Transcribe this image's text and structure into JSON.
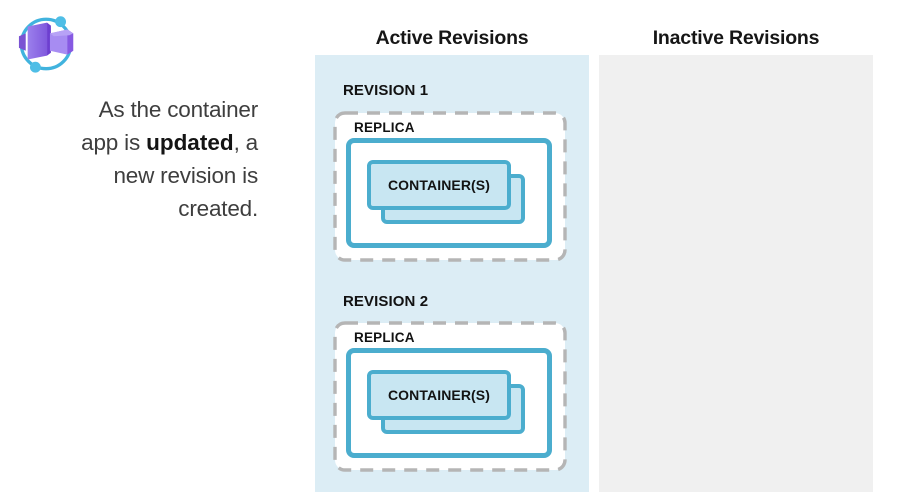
{
  "icon": {
    "name": "azure-container-apps-icon"
  },
  "intro": {
    "line1": "As the container",
    "line2_pre": "app is ",
    "line2_bold": "updated",
    "line2_post": ", a",
    "line3": "new revision is",
    "line4": "created."
  },
  "columns": {
    "active": {
      "header": "Active Revisions",
      "background": "#dcedf5"
    },
    "inactive": {
      "header": "Inactive Revisions",
      "background": "#f0f0f0"
    }
  },
  "revisions": [
    {
      "label": "REVISION 1",
      "replica_label": "REPLICA",
      "container_label": "CONTAINER(S)"
    },
    {
      "label": "REVISION 2",
      "replica_label": "REPLICA",
      "container_label": "CONTAINER(S)"
    }
  ],
  "colors": {
    "outline_blue": "#4badce",
    "container_fill": "#c8e6f2",
    "dash_gray": "#b5b5b5",
    "ring_blue": "#41b3de",
    "cube_purple_light": "#a78cf2",
    "cube_purple_dark": "#7a50d6",
    "text_dark": "#141414",
    "text_gray": "#3e3e3e"
  }
}
